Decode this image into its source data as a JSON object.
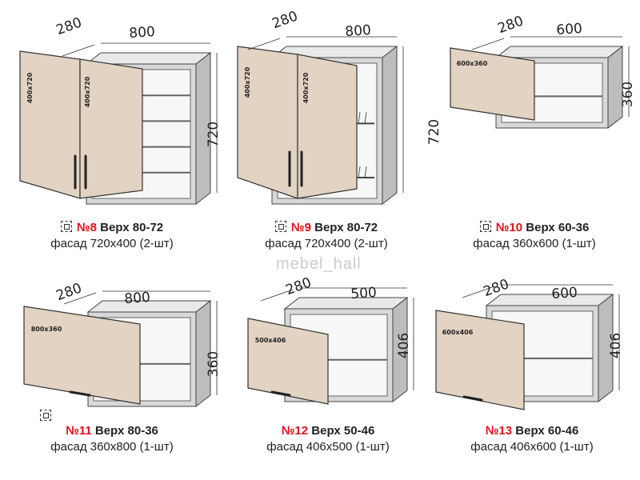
{
  "watermark": "mebel_hall",
  "cabinets": [
    {
      "num": "№8",
      "name": "Верх 80-72",
      "facade": "фасад 720x400 (2-шт)",
      "depth": "280",
      "width": "800",
      "height": "720",
      "door_labels": [
        "400x720",
        "400x720"
      ],
      "icon": "expand-icon"
    },
    {
      "num": "№9",
      "name": "Верх 80-72",
      "facade": "фасад 720x400 (2-шт)",
      "depth": "280",
      "width": "800",
      "height": "720",
      "door_labels": [
        "400x720",
        "400x720"
      ],
      "icon": "expand-icon"
    },
    {
      "num": "№10",
      "name": "Верх 60-36",
      "facade": "фасад 360x600 (1-шт)",
      "depth": "280",
      "width": "600",
      "height": "360",
      "door_labels": [
        "600x360"
      ],
      "icon": "expand-icon"
    },
    {
      "num": "№11",
      "name": "Верх 80-36",
      "facade": "фасад 360x800 (1-шт)",
      "depth": "280",
      "width": "800",
      "height": "360",
      "door_labels": [
        "800x360"
      ],
      "icon": "expand-icon"
    },
    {
      "num": "№12",
      "name": "Верх 50-46",
      "facade": "фасад 406x500 (1-шт)",
      "depth": "280",
      "width": "500",
      "height": "406",
      "door_labels": [
        "500x406"
      ]
    },
    {
      "num": "№13",
      "name": "Верх 60-46",
      "facade": "фасад 406x600 (1-шт)",
      "depth": "280",
      "width": "600",
      "height": "406",
      "door_labels": [
        "600x406"
      ]
    }
  ],
  "colors": {
    "door": "#e2d3c2",
    "carcass": "#d8d8d8",
    "carcass_side": "#bdbdbd",
    "accent": "#e3101a"
  }
}
